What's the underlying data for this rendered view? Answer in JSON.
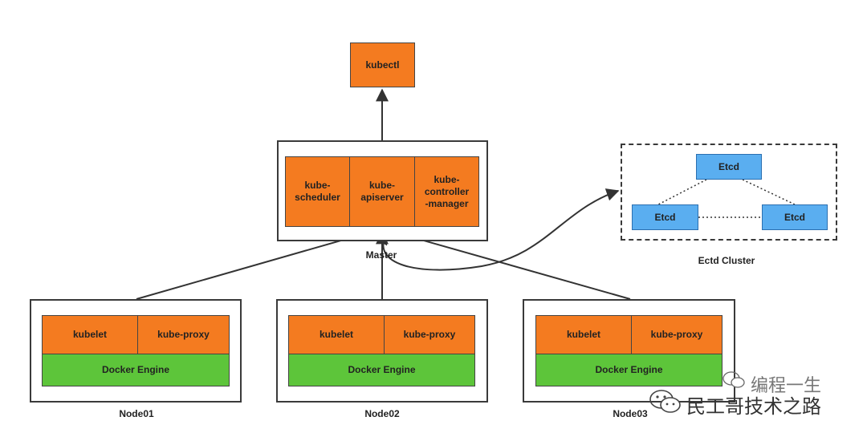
{
  "kubectl": "kubectl",
  "master": {
    "label": "Master",
    "components": [
      "kube-\nscheduler",
      "kube-\napiserver",
      "kube-\ncontroller\n-manager"
    ]
  },
  "etcd_cluster": {
    "label": "Ectd Cluster",
    "nodes": [
      "Etcd",
      "Etcd",
      "Etcd"
    ]
  },
  "nodes": [
    {
      "label": "Node01",
      "kubelet": "kubelet",
      "proxy": "kube-proxy",
      "engine": "Docker Engine"
    },
    {
      "label": "Node02",
      "kubelet": "kubelet",
      "proxy": "kube-proxy",
      "engine": "Docker Engine"
    },
    {
      "label": "Node03",
      "kubelet": "kubelet",
      "proxy": "kube-proxy",
      "engine": "Docker Engine"
    }
  ],
  "watermark": {
    "line1": "编程一生",
    "line2": "民工哥技术之路"
  },
  "colors": {
    "component": "#f47b20",
    "engine": "#5dc53a",
    "etcd": "#5aaef0"
  }
}
